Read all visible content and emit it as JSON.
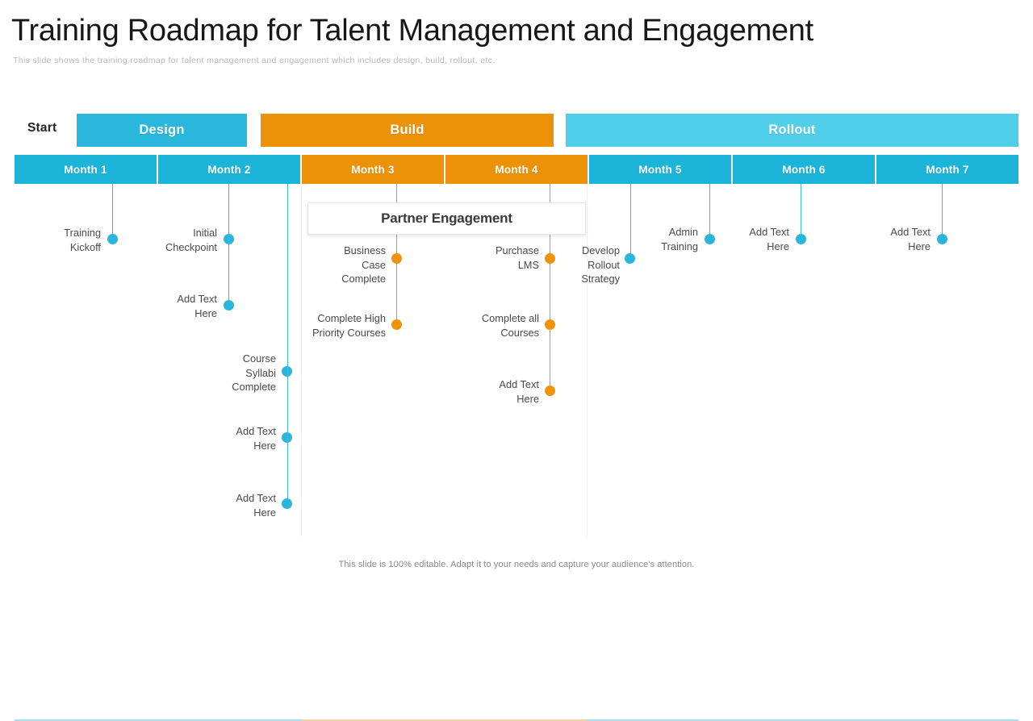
{
  "header": {
    "title": "Training Roadmap for Talent Management and Engagement",
    "subtitle": "This slide shows the training roadmap for talent management and engagement which includes design, build, rollout, etc."
  },
  "timeline": {
    "start_label": "Start",
    "phases": [
      {
        "label": "Design",
        "color": "#29b8dc"
      },
      {
        "label": "Build",
        "color": "#ec9208"
      },
      {
        "label": "Rollout",
        "color": "#51cfea"
      }
    ],
    "months": [
      {
        "label": "Month 1",
        "color": "#1cb4d8"
      },
      {
        "label": "Month 2",
        "color": "#1cb4d8"
      },
      {
        "label": "Month 3",
        "color": "#ec9208"
      },
      {
        "label": "Month 4",
        "color": "#ec9208"
      },
      {
        "label": "Month 5",
        "color": "#1cb4d8"
      },
      {
        "label": "Month 6",
        "color": "#1cb4d8"
      },
      {
        "label": "Month 7",
        "color": "#1cb4d8"
      }
    ]
  },
  "callout": {
    "label": "Partner Engagement"
  },
  "milestones": [
    {
      "id": "training-kickoff",
      "label": "Training\nKickoff",
      "color": "cyan"
    },
    {
      "id": "initial-checkpoint",
      "label": "Initial\nCheckpoint",
      "color": "cyan"
    },
    {
      "id": "add-text-here-m2-1",
      "label": "Add Text\nHere",
      "color": "cyan"
    },
    {
      "id": "course-syllabi-complete",
      "label": "Course\nSyllabi\nComplete",
      "color": "cyan"
    },
    {
      "id": "add-text-here-m2-2",
      "label": "Add Text\nHere",
      "color": "cyan"
    },
    {
      "id": "add-text-here-m2-3",
      "label": "Add Text\nHere",
      "color": "cyan"
    },
    {
      "id": "business-case-complete",
      "label": "Business\nCase\nComplete",
      "color": "orange"
    },
    {
      "id": "complete-high-priority",
      "label": "Complete High\nPriority Courses",
      "color": "orange"
    },
    {
      "id": "purchase-lms",
      "label": "Purchase\nLMS",
      "color": "orange"
    },
    {
      "id": "complete-all-courses",
      "label": "Complete all\nCourses",
      "color": "orange"
    },
    {
      "id": "add-text-here-m4",
      "label": "Add Text\nHere",
      "color": "orange"
    },
    {
      "id": "develop-rollout-strategy",
      "label": "Develop\nRollout\nStrategy",
      "color": "cyan"
    },
    {
      "id": "admin-training",
      "label": "Admin\nTraining",
      "color": "cyan"
    },
    {
      "id": "add-text-here-m6",
      "label": "Add Text\nHere",
      "color": "cyan"
    },
    {
      "id": "add-text-here-m7",
      "label": "Add Text\nHere",
      "color": "cyan"
    }
  ],
  "footer": {
    "note": "This slide is 100% editable. Adapt it to your needs and capture your audience's attention."
  },
  "colors": {
    "cyan": "#29b6dc",
    "light_cyan": "#51cfea",
    "orange": "#f0920a",
    "phase_orange": "#ec9208"
  }
}
